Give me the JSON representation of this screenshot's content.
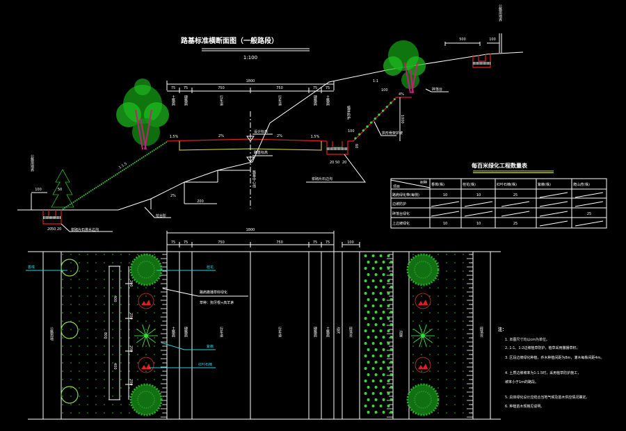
{
  "colors": {
    "background": "#000000",
    "line": "#ffffff",
    "road": "#e02020",
    "pavement": "#e8e830",
    "tree": "#1fbf1f",
    "leader": "#2ad4e0",
    "trunk": "#c0207a"
  },
  "section": {
    "title": "路基标准横断面图（一般路段）",
    "scale": "1:100",
    "total_width": "1800",
    "segments": [
      "75",
      "75",
      "750",
      "750",
      "75",
      "75"
    ],
    "segment_names": [
      "土路肩",
      "硬路肩",
      "行车道",
      "行车道",
      "硬路肩",
      "土路肩"
    ],
    "crossfall": [
      "1.5%",
      "2%",
      "2%",
      "1.5%"
    ],
    "design_elev": "设计标高",
    "subgrade_elev": "路基标高",
    "centerline": "路基中心线",
    "fill_slope": "1:1.5",
    "bench_slope": "2%",
    "bench_width": "200",
    "bench_label": "挖台阶",
    "left_ditch_label": "浆砌片石排水边沟",
    "right_ditch_label": "浆砌片石边沟",
    "ditch_dims": [
      "20",
      "50",
      "20"
    ],
    "ditch_depth": "60",
    "left_boundary": "公路用地界",
    "left_dims": [
      "100",
      "50"
    ],
    "cut_slope": "1:1",
    "cut_slope_label": "植草防护",
    "platform_width": "100",
    "platform_slope": "4%",
    "platform_label": "碎落台",
    "cut_height": "1000",
    "cut_slope_note": "拱形骨架护坡",
    "upper_slope": "1:1",
    "top_dims": [
      "500",
      "100"
    ],
    "right_boundary": "公路用地界",
    "shoulder_label": "土路肩",
    "platform_v_label": "碎落台"
  },
  "table": {
    "title": "每百米绿化工程数量表",
    "corner_top": "树种",
    "corner_bottom": "项目",
    "columns": [
      "香樟(株)",
      "桂花(株)",
      "红叶石楠(株)",
      "紫薇(株)",
      "爬山虎(株)"
    ],
    "rows": [
      {
        "name": "路肩绿化带(每侧)",
        "values": [
          "10",
          "10",
          "25",
          "",
          ""
        ]
      },
      {
        "name": "边坡防护",
        "values": [
          "",
          "",
          "",
          "",
          ""
        ]
      },
      {
        "name": "碎落台绿化",
        "values": [
          "",
          "",
          "",
          "",
          "25"
        ]
      },
      {
        "name": "上边坡绿化",
        "values": [
          "10",
          "10",
          "25",
          "",
          ""
        ]
      }
    ]
  },
  "plan": {
    "total_width": "1800",
    "segments": [
      "75",
      "75",
      "750",
      "750",
      "75",
      "75"
    ],
    "right_dim": "100",
    "labels": {
      "tree_a": "香樟",
      "tree_b": "桂花",
      "shrub": "红叶石楠",
      "palm": "紫薇",
      "grass_note": "路肩撒播草籽绿化",
      "grass_note2": "草种：狗牙根+高羊茅"
    },
    "v_labels": [
      "公路用地",
      "土路肩",
      "硬路肩",
      "行车道",
      "行车道",
      "硬路肩",
      "土路肩",
      "边沟",
      "碎落台",
      "边坡",
      "碎落台",
      "公路用地"
    ],
    "spacing": [
      "400",
      "400",
      "800"
    ],
    "small_spacing": [
      "200",
      "200",
      "200",
      "200"
    ]
  },
  "notes": {
    "heading": "注：",
    "items": [
      "1. 本图尺寸均以cm为单位。",
      "2. 1:1、1:2边坡植草防护，植草采用撒播草籽。",
      "3. 区段边坡绿化种植，乔木种植间距为8m，灌木每株间距4m。",
      "4. 土质边坡坡率为1:1.5时，采用植草防护施工，",
      "   坡率小于1m的路段。",
      "5. 具体绿化设计应结合当地气候及苗木供应情况确定。",
      "6. 种植苗木规格见说明。"
    ]
  }
}
